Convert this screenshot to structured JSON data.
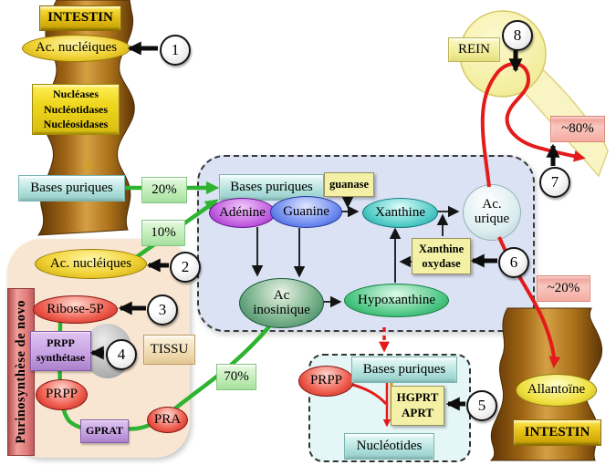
{
  "accents": {
    "flow_green": "#2eb431",
    "flow_red": "#e31b1b",
    "flow_orange": "#e8940a",
    "container_blue": "#dbe2f4",
    "container_cyan": "#e4f7f6",
    "tissue_bg": "#f9e6d2",
    "intestine_brown": "#9e6414",
    "kidney_yellow": "#f6f1a6"
  },
  "markers": {
    "m1": "1",
    "m2": "2",
    "m3": "3",
    "m4": "4",
    "m5": "5",
    "m6": "6",
    "m7": "7",
    "m8": "8"
  },
  "flows": {
    "p20": "20%",
    "p10": "10%",
    "p70": "70%",
    "p80": "~80%",
    "p20_renal": "~20%"
  },
  "intestin_top": {
    "organ": "INTESTIN",
    "nucleic_acids": "Ac. nucléiques",
    "enzymes": [
      "Nucléases",
      "Nucléotidases",
      "Nucléosidases"
    ],
    "purine_bases": "Bases puriques"
  },
  "purine_pool": {
    "purine_bases": "Bases puriques",
    "adenine": "Adénine",
    "guanine": "Guanine",
    "guanase": "guanase",
    "xanthine": "Xanthine",
    "uric_acid_l1": "Ac.",
    "uric_acid_l2": "urique",
    "xanthine_oxidase_l1": "Xanthine",
    "xanthine_oxidase_l2": "oxydase",
    "hypoxanthine": "Hypoxanthine",
    "inosinic_acid_l1": "Ac",
    "inosinic_acid_l2": "inosinique"
  },
  "tissue": {
    "label": "TISSU",
    "ribbon": "Purinosynthèse de novo",
    "nucleic_acids": "Ac. nucléiques",
    "ribose5p": "Ribose-5P",
    "prpp_synthetase_l1": "PRPP",
    "prpp_synthetase_l2": "synthétase",
    "prpp": "PRPP",
    "gprat": "GPRAT",
    "pra": "PRA"
  },
  "salvage": {
    "prpp": "PRPP",
    "purine_bases": "Bases puriques",
    "enzymes_l1": "HGPRT",
    "enzymes_l2": "APRT",
    "nucleotides": "Nucléotides"
  },
  "kidney": {
    "label": "REIN"
  },
  "intestin_bottom": {
    "allantoin": "Allantoïne",
    "organ": "INTESTIN"
  }
}
